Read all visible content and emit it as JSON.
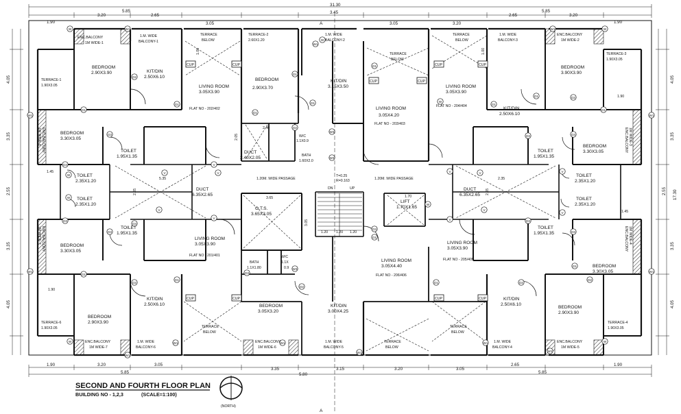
{
  "title": {
    "main": "SECOND AND FOURTH FLOOR PLAN",
    "building": "BUILDING NO - 1,2,3",
    "scale": "(SCALE=1:100)",
    "north": "(NORTH)"
  },
  "section_marks": [
    "A",
    "A"
  ],
  "top_dims": [
    "31.30",
    "3.45",
    "1.90",
    "5.85",
    "3.20",
    "2.65",
    "3.05",
    "3.05",
    "3.20",
    "2.65",
    "5.85",
    "3.20",
    "1.90"
  ],
  "bottom_dims": [
    "1.90",
    "3.20",
    "3.05",
    "5.85",
    "3.35",
    "5.80",
    "3.15",
    "3.20",
    "3.05",
    "2.65",
    "5.85",
    "1.90"
  ],
  "left_dims": [
    "4.05",
    "3.35",
    "2.55",
    "3.35",
    "4.05"
  ],
  "right_dims": [
    "4.05",
    "3.35",
    "2.55",
    "17.30",
    "3.35",
    "4.05"
  ],
  "rooms": {
    "r1": "ENC.BALCONY",
    "r1b": "1M WIDE-1",
    "r2": "1.M. WIDE",
    "r2b": "BALCONY-1",
    "r3": "TERRACE",
    "r3b": "BELOW",
    "r4": "TERRACE-2",
    "r4b": "2.60X1.20",
    "r5": "1.M. WIDE",
    "r5b": "BALCONY-2",
    "r6": "TERRACE",
    "r6b": "BELOW",
    "r7": "TERRACE",
    "r7b": "BELOW",
    "r8": "1.M. WIDE",
    "r8b": "BALCONY-3",
    "r9": "ENC.BALCONY",
    "r9b": "1M WIDE-2",
    "r10": "TERRACE-1",
    "r10b": "1.90X3.05",
    "r11": "BEDROOM",
    "r11b": "2.90X3.90",
    "r12": "KIT/DIN",
    "r12b": "2.50X6.10",
    "r13": "LIVING ROOM",
    "r13b": "3.05X3.90",
    "r14": "BEDROOM",
    "r14b": "2.90X3.70",
    "r15": "KIT/DIN",
    "r15b": "3.15X3.50",
    "r16": "LIVING ROOM",
    "r16b": "3.05X3.90",
    "r17": "BEDROOM",
    "r17b": "3.90X3.90",
    "r18": "TERRACE-3",
    "r18b": "1.90X3.05",
    "flat202": "FLAT NO - 202/402",
    "flat203": "FLAT NO - 203/403",
    "flat204": "FLAT NO - 204/404",
    "r19": "LIVING ROOM",
    "r19b": "3.05X4.20",
    "r20": "KIT/DIN",
    "r20b": "2.50X6.10",
    "r21": "BEDROOM",
    "r21b": "3.30X3.05",
    "r22": "ENC.BALCONY",
    "r22b": "1M WIDE-8",
    "r23": "TOILET",
    "r23b": "1.95X1.35",
    "r24": "DUCT",
    "r24b": "2.40X2.05",
    "r25": "W/C",
    "r25b": "1.1X0.9",
    "r26": "BATH",
    "r26b": "1.60X2.0",
    "r27": "TOILET",
    "r27b": "1.95X1.35",
    "r28": "BEDROOM",
    "r28b": "3.30X3.05",
    "r29": "ENC.BALCONY",
    "r29b": "1M WIDE-3",
    "r30": "TOILET",
    "r30b": "2.35X1.20",
    "r31": "TOILET",
    "r31b": "2.35X1.20",
    "r32": "DUCT",
    "r32b": "6.35X2.65",
    "r33": "1.20M. WIDE PASSAGE",
    "r34": "1.20M. WIDE PASSAGE",
    "r35": "T=0.25",
    "r35b": "R=0.163",
    "r36": "DN",
    "r37": "UP",
    "r38": "DUCT",
    "r38b": "6.35X2.65",
    "r39": "TOILET",
    "r39b": "2.35X1.20",
    "r40": "TOILET",
    "r40b": "2.35X1.20",
    "r41": "O.T.S.",
    "r41b": "3.65X3.05",
    "r42": "LIFT",
    "r42b": "1.70X1.65",
    "r43": "BEDROOM",
    "r43b": "3.30X3.05",
    "r44": "ENC.BALCONY",
    "r44b": "1M WIDE-7",
    "r45": "TOILET",
    "r45b": "1.95X1.35",
    "r46": "LIVING ROOM",
    "r46b": "3.05X3.90",
    "flat201": "FLAT NO - 201/401",
    "r47": "LIVING ROOM",
    "r47b": "3.05X4.40",
    "flat206": "FLAT NO - 206/406",
    "r48": "LIVING ROOM",
    "r48b": "3.05X3.90",
    "flat205": "FLAT NO - 205/405",
    "r49": "TOILET",
    "r49b": "1.95X1.35",
    "r50": "BEDROOM",
    "r50b": "3.30X3.05",
    "r51": "ENC.BALCONY",
    "r51b": "1M WIDE-4",
    "r52": "BATH",
    "r52b": "1.1X1.80",
    "r53": "W/C",
    "r53b": "1.1X",
    "r53c": "0.9",
    "r54": "BEDROOM",
    "r54b": "3.05X3.20",
    "r55": "KIT/DIN",
    "r55b": "3.00X4.25",
    "r56": "KIT/DIN",
    "r56b": "2.50X6.10",
    "r57": "KIT/DIN",
    "r57b": "2.50X6.10",
    "r58": "BEDROOM",
    "r58b": "2.90X3.90",
    "r59": "BEDROOM",
    "r59b": "2.90X3.90",
    "r60": "TERRACE-6",
    "r60b": "1.90X3.05",
    "r61": "TERRACE-4",
    "r61b": "1.90X3.05",
    "r62": "TERRACE",
    "r62b": "BELOW",
    "r63": "TERRACE",
    "r63b": "BELOW",
    "r64": "TERRACE",
    "r64b": "BELOW",
    "r65": "ENC.BALCONY",
    "r65b": "1M WIDE-7",
    "r66": "1.M. WIDE",
    "r66b": "BALCONY-6",
    "r67": "ENC.BALCONY",
    "r67b": "1M WIDE-6",
    "r68": "1.M. WIDE",
    "r68b": "BALCONY-5",
    "r69": "1.M. WIDE",
    "r69b": "BALCONY-4",
    "r70": "ENC.BALCONY",
    "r70b": "1M WIDE-5",
    "cup": "CUP",
    "stair_dims": [
      "1.20",
      "1.20",
      "1.20"
    ],
    "small_dims": [
      "2.40",
      "2.05",
      "2.55",
      "5.35",
      "3.65",
      "3.05",
      "1.70",
      "1.45",
      "1.45",
      "1.90",
      "1.90",
      "2.35",
      "2.55",
      "1.00",
      "1.00"
    ]
  },
  "door_tags": [
    "D1",
    "D2",
    "D3",
    "W",
    "W1",
    "W2",
    "W3",
    "V"
  ]
}
